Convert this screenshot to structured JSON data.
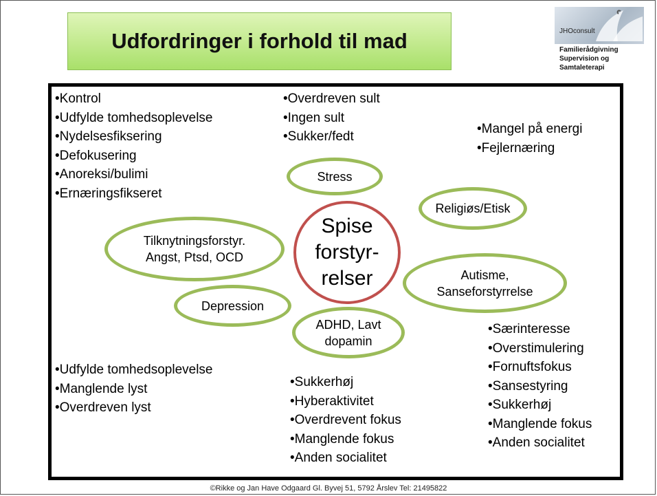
{
  "title": "Udfordringer i forhold til mad",
  "logo": {
    "brand": "JHOconsult",
    "lines": [
      "Familierådgivning",
      "Supervision og",
      "Samtaleterapi"
    ]
  },
  "center": [
    "Spise",
    "forstyr-",
    "relser"
  ],
  "ovals": {
    "stress": [
      "Stress"
    ],
    "religios": [
      "Religiøs/Etisk"
    ],
    "tilknytning": [
      "Tilknytningsforstyr.",
      "Angst, Ptsd, OCD"
    ],
    "autisme": [
      "Autisme,",
      "Sanseforstyrrelse"
    ],
    "depression": [
      "Depression"
    ],
    "adhd": [
      "ADHD, Lavt",
      "dopamin"
    ]
  },
  "lists": {
    "top_left": [
      "•Kontrol",
      "•Udfylde tomhedsoplevelse",
      "•Nydelsesfiksering",
      "•Defokusering",
      "•Anoreksi/bulimi",
      "•Ernæringsfikseret"
    ],
    "top_center": [
      "•Overdreven sult",
      "•Ingen sult",
      "•Sukker/fedt"
    ],
    "top_right": [
      "•Mangel på energi",
      "•Fejlernæring"
    ],
    "bottom_left": [
      "•Udfylde tomhedsoplevelse",
      "•Manglende lyst",
      "•Overdreven lyst"
    ],
    "bottom_center": [
      "•Sukkerhøj",
      "•Hyberaktivitet",
      "•Overdrevent fokus",
      "•Manglende fokus",
      "•Anden socialitet"
    ],
    "bottom_right": [
      "•Særinteresse",
      "•Overstimulering",
      "•Fornuftsfokus",
      "•Sansestyring",
      "•Sukkerhøj",
      "•Manglende fokus",
      "•Anden socialitet"
    ]
  },
  "footer": "©Rikke og Jan Have Odgaard  Gl. Byvej 51, 5792 Årslev Tel: 21495822"
}
